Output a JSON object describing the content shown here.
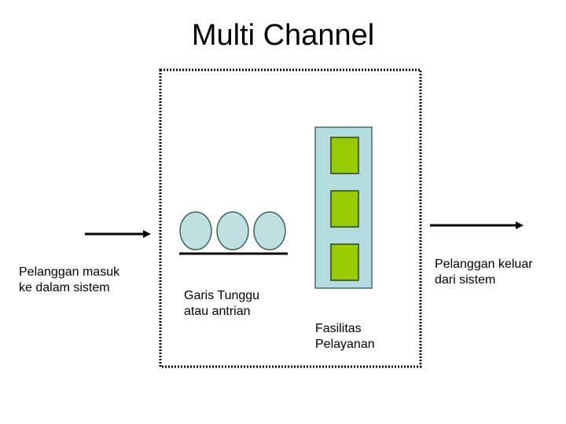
{
  "title": "Multi Channel",
  "labels": {
    "customer_in": [
      "Pelanggan masuk",
      "ke dalam sistem"
    ],
    "queue": [
      "Garis Tunggu",
      "atau antrian"
    ],
    "service": [
      "Fasilitas",
      "Pelayanan"
    ],
    "customer_out": [
      "Pelanggan keluar",
      "dari sistem"
    ]
  },
  "diagram": {
    "queue_customers": 3,
    "service_channels": 3
  },
  "colors": {
    "customer_fill": "#bfe0e0",
    "facility_fill": "#b3dcdf",
    "server_fill": "#99cc00",
    "line": "#000000"
  }
}
